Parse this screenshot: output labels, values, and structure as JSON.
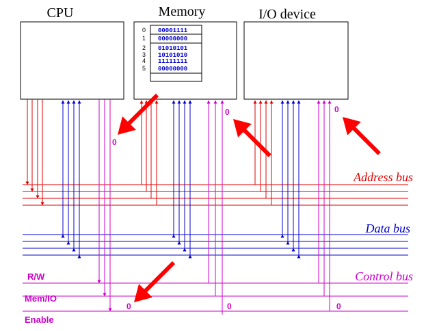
{
  "components": {
    "cpu": {
      "title": "CPU"
    },
    "memory": {
      "title": "Memory",
      "rows": [
        {
          "address": "0",
          "value": "00001111"
        },
        {
          "address": "1",
          "value": "00000000"
        },
        {
          "address": "2",
          "value": "01010101"
        },
        {
          "address": "3",
          "value": "10101010"
        },
        {
          "address": "4",
          "value": "11111111"
        },
        {
          "address": "5",
          "value": "00000000"
        }
      ]
    },
    "io": {
      "title": "I/O device"
    }
  },
  "buses": {
    "address": {
      "label": "Address bus",
      "color": "#e00000"
    },
    "data": {
      "label": "Data bus",
      "color": "#0000cc"
    },
    "control": {
      "label": "Control bus",
      "color": "#cc00cc",
      "lines": [
        "R/W",
        "Mem/IO",
        "Enable"
      ]
    }
  },
  "annotations": {
    "zero_memory": "0",
    "zero_io": "0",
    "zero_io_side": "0",
    "zero_mem_io_line": "0",
    "zero_enable_mid": "0",
    "zero_enable_right": "0",
    "arrow_color": "#ff0000"
  }
}
